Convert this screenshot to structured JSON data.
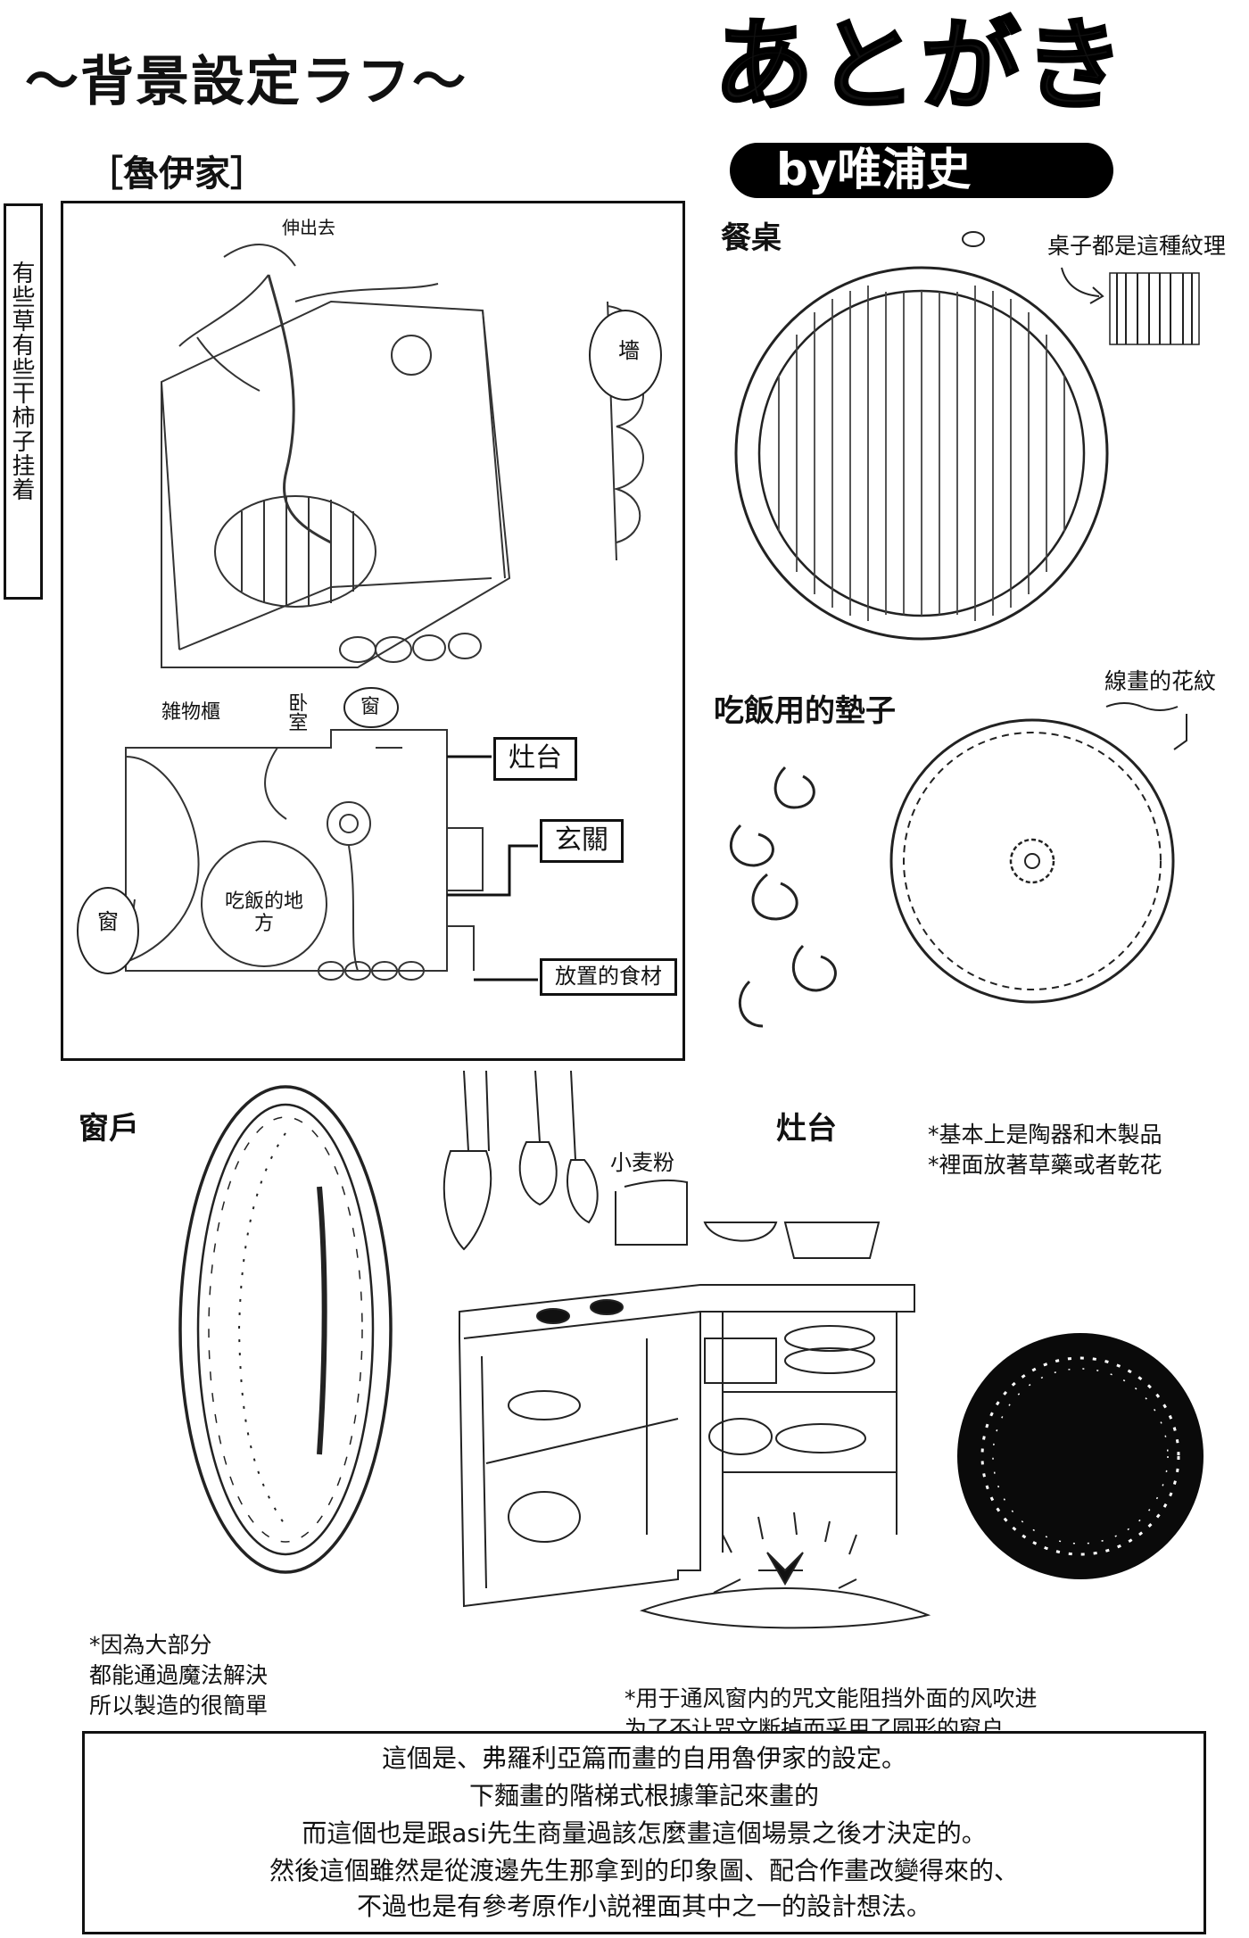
{
  "header": {
    "section_title": "〜背景設定ラフ〜",
    "logo_text": "あとがき",
    "logo_author": "by唯浦史"
  },
  "house_label": "［魯伊家］",
  "side_note": "有些草有些干柿子挂着",
  "floor_plan": {
    "stick_out": "伸出去",
    "wall": "墻",
    "storage": "雑物櫃",
    "bedroom": "卧室",
    "window_top": "窗",
    "window_left": "窗",
    "dining_spot": "吃飯的地方",
    "stove_label": "灶台",
    "entrance_label": "玄關",
    "ingredients_label": "放置的食材"
  },
  "dining_table": {
    "heading": "餐桌",
    "texture_note": "桌子都是這種紋理"
  },
  "placemat": {
    "heading": "吃飯用的墊子",
    "pattern_note": "線畫的花紋"
  },
  "window": {
    "heading": "窗戶",
    "note_lines": [
      "*因為大部分",
      "都能通過魔法解決",
      "所以製造的很簡單"
    ]
  },
  "stove": {
    "heading": "灶台",
    "flour_label": "小麦粉",
    "notes": [
      "*基本上是陶器和木製品",
      "*裡面放著草藥或者乾花"
    ],
    "spell_note_lines": [
      "*用于通风窗内的咒文能阻挡外面的风吹进",
      "为了不让咒文断掉而采用了圆形的窗户"
    ]
  },
  "bottom_text": [
    "這個是、弗羅利亞篇而畫的自用魯伊家的設定。",
    "下麵畫的階梯式根據筆記來畫的",
    "而這個也是跟asi先生商量過該怎麼畫這個場景之後才決定的。",
    "然後這個雖然是從渡邊先生那拿到的印象圖、配合作畫改變得來的、",
    "不過也是有參考原作小説裡面其中之一的設計想法。"
  ]
}
